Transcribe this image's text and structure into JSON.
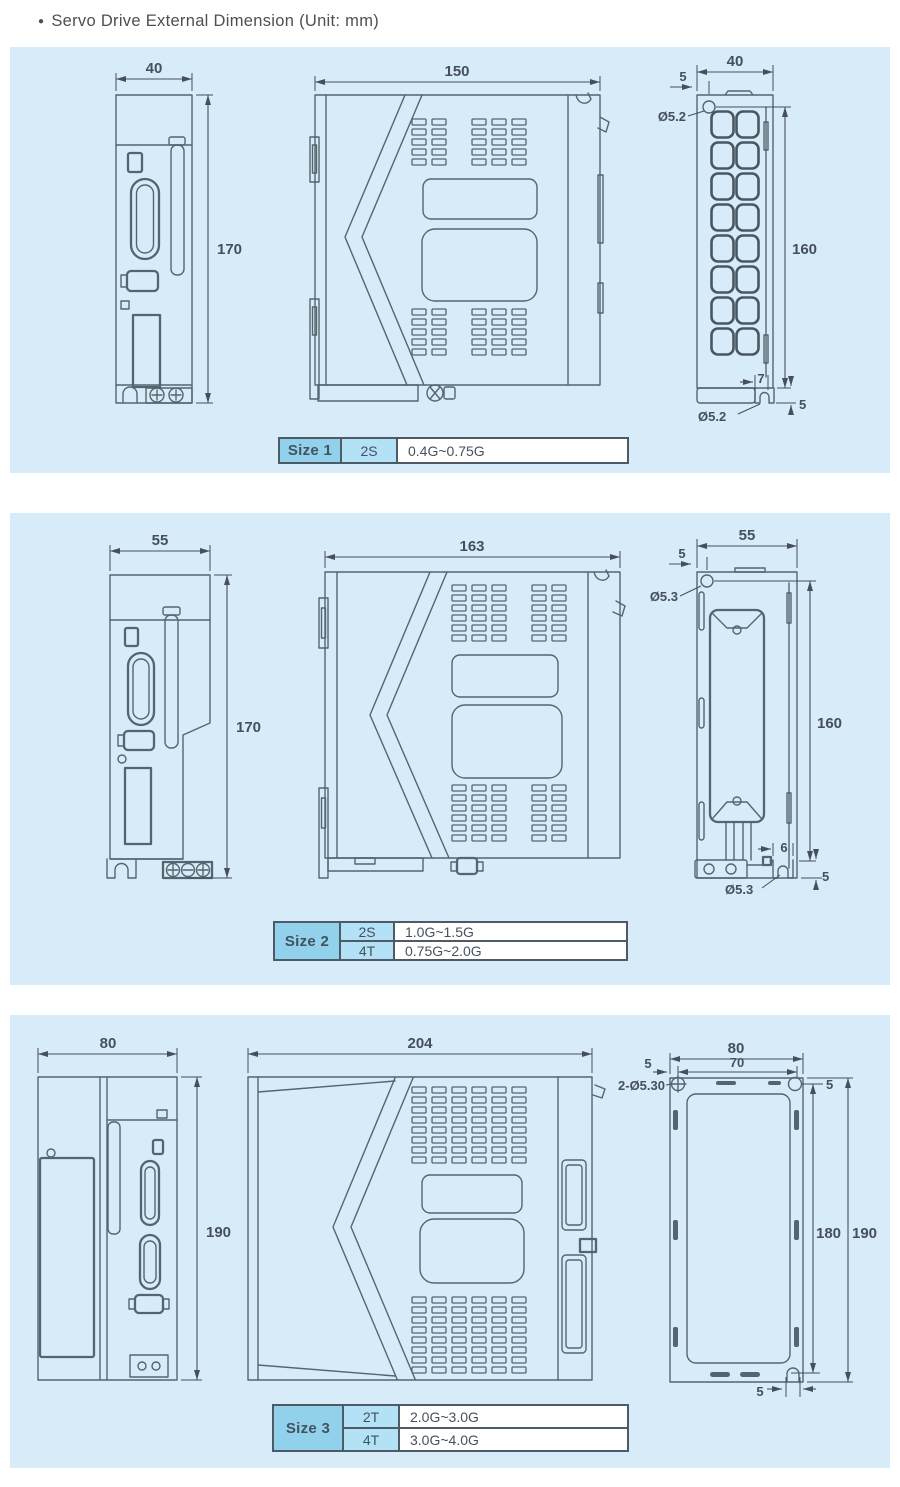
{
  "page": {
    "title_bullet": "●",
    "title": "Servo Drive External Dimension (Unit: mm)"
  },
  "colors": {
    "panel_bg": "#d7ecf8",
    "line": "#55656f",
    "dim_text": "#46505a",
    "table_border": "#4e5a66",
    "size_cell_bg": "#92d1ec",
    "model_cell_bg": "#b3e1f5",
    "value_cell_bg": "#ffffff"
  },
  "panels": [
    {
      "id": "size1",
      "front": {
        "width": "40",
        "height": "170"
      },
      "side": {
        "width": "150"
      },
      "back": {
        "width": "40",
        "top_offset": "5",
        "top_hole": "Ø5.2",
        "height": "160",
        "slot_width": "7",
        "bottom_offset": "5",
        "bottom_hole": "Ø5.2"
      },
      "table": {
        "size": "Size 1",
        "rows": [
          {
            "model": "2S",
            "power_range": "0.4G~0.75G"
          }
        ]
      }
    },
    {
      "id": "size2",
      "front": {
        "width": "55",
        "height": "170"
      },
      "side": {
        "width": "163"
      },
      "back": {
        "width": "55",
        "top_offset": "5",
        "top_hole": "Ø5.3",
        "height": "160",
        "slot_width": "6",
        "bottom_offset": "5",
        "bottom_hole": "Ø5.3"
      },
      "table": {
        "size": "Size 2",
        "rows": [
          {
            "model": "2S",
            "power_range": "1.0G~1.5G"
          },
          {
            "model": "4T",
            "power_range": "0.75G~2.0G"
          }
        ]
      }
    },
    {
      "id": "size3",
      "front": {
        "width": "80",
        "height": "190"
      },
      "side": {
        "width": "204"
      },
      "back": {
        "width": "80",
        "inner_width": "70",
        "left_offset": "5",
        "holes": "2-Ø5.30",
        "right_offset": "5",
        "inner_height": "180",
        "height": "190",
        "bottom_offset": "5"
      },
      "table": {
        "size": "Size 3",
        "rows": [
          {
            "model": "2T",
            "power_range": "2.0G~3.0G"
          },
          {
            "model": "4T",
            "power_range": "3.0G~4.0G"
          }
        ]
      }
    }
  ]
}
